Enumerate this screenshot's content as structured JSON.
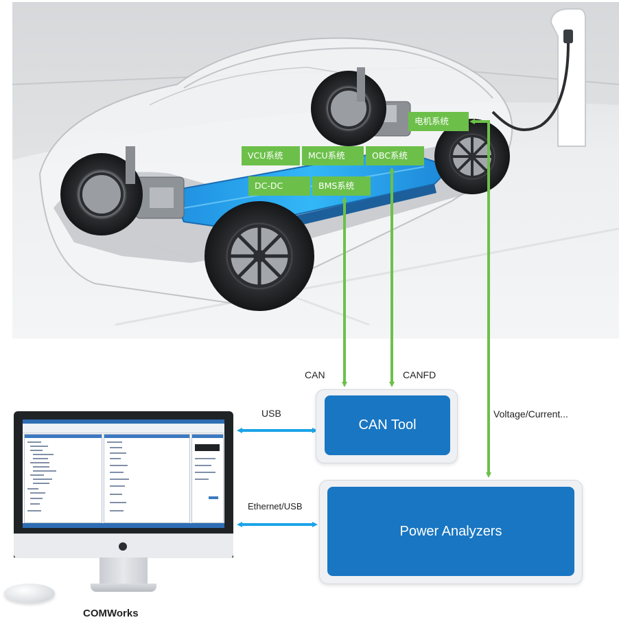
{
  "vehicle": {
    "systems": {
      "vcu": "VCU系统",
      "mcu": "MCU系统",
      "obc": "OBC系统",
      "dcdc": "DC-DC",
      "bms": "BMS系统",
      "motor": "电机系统"
    }
  },
  "links": {
    "can": "CAN",
    "canfd": "CANFD",
    "usb": "USB",
    "ethernet_usb": "Ethernet/USB",
    "voltage_current": "Voltage/Current..."
  },
  "devices": {
    "can_tool": "CAN Tool",
    "power_analyzers": "Power Analyzers"
  },
  "computer": {
    "name": "COMWorks"
  },
  "colors": {
    "system_tag": "#6cc04a",
    "green_link": "#6cc04a",
    "blue_link": "#1aa3e8",
    "device_box": "#1976c2",
    "battery": "#2aaaf2"
  }
}
